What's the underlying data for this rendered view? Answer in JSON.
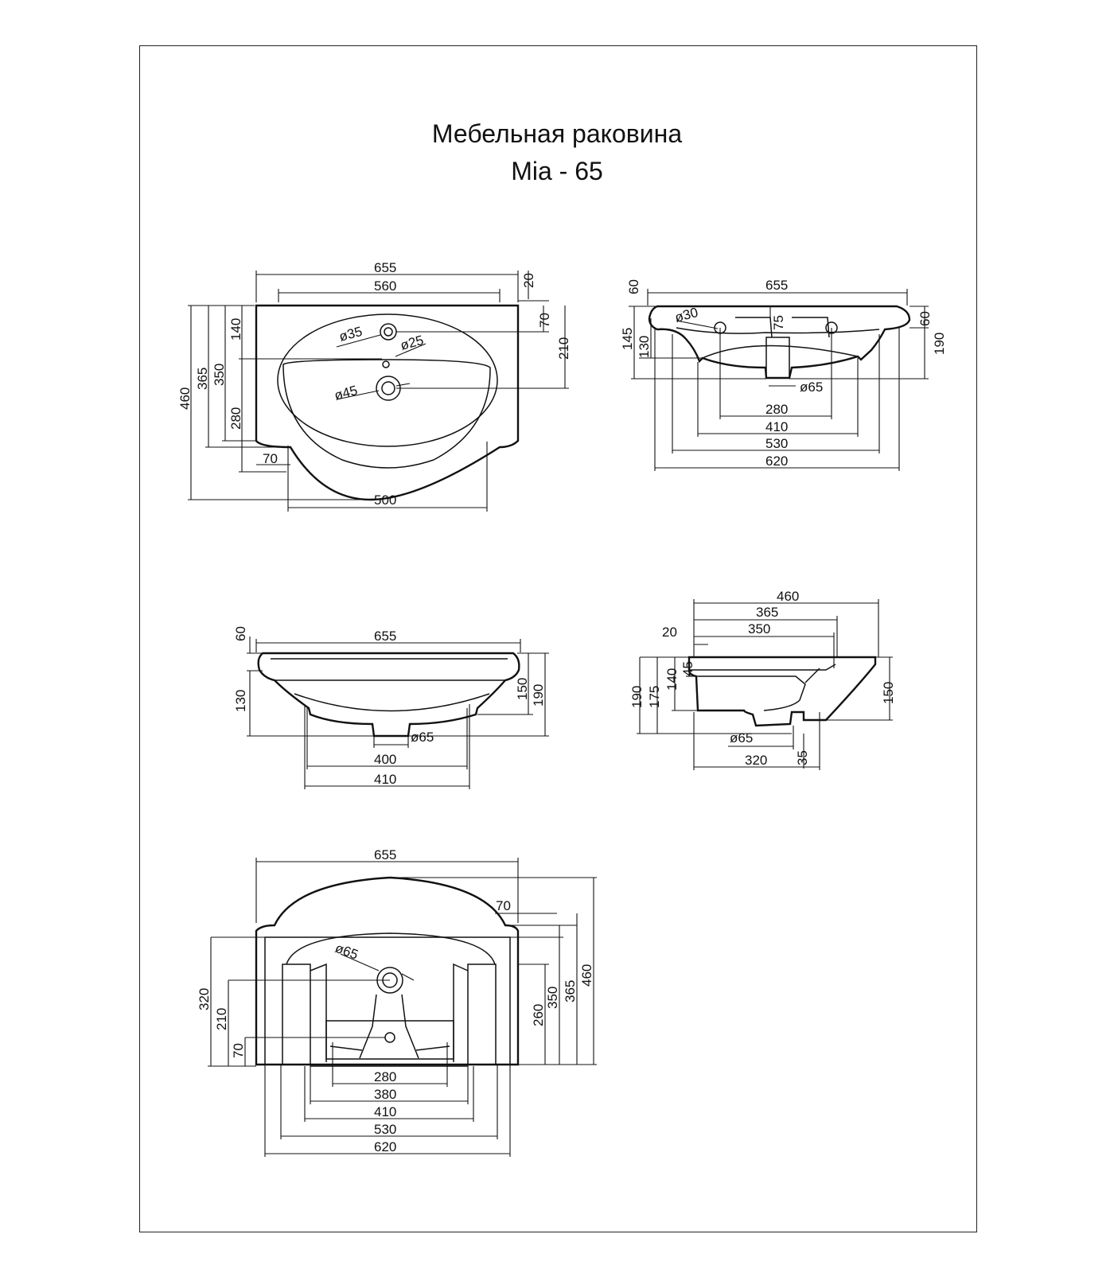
{
  "title": {
    "line1": "Мебельная раковина",
    "line2": "Mia - 65"
  },
  "views": {
    "top": {
      "dimensions": [
        "655",
        "560",
        "20",
        "70",
        "210",
        "140",
        "365",
        "350",
        "460",
        "280",
        "70",
        "500"
      ],
      "diameters": [
        "ø35",
        "ø25",
        "ø45"
      ]
    },
    "front_section": {
      "dimensions": [
        "60",
        "655",
        "145",
        "130",
        "75",
        "60",
        "190",
        "280",
        "410",
        "530",
        "620"
      ],
      "diameters": [
        "ø30",
        "ø65"
      ]
    },
    "front": {
      "dimensions": [
        "60",
        "655",
        "130",
        "150",
        "190",
        "400",
        "410"
      ],
      "diameters": [
        "ø65"
      ]
    },
    "side": {
      "dimensions": [
        "460",
        "365",
        "350",
        "20",
        "45",
        "140",
        "175",
        "190",
        "150",
        "35",
        "320"
      ],
      "diameters": [
        "ø65"
      ]
    },
    "bottom": {
      "dimensions": [
        "655",
        "70",
        "350",
        "365",
        "460",
        "260",
        "320",
        "210",
        "70",
        "280",
        "380",
        "410",
        "530",
        "620"
      ],
      "diameters": [
        "ø65"
      ]
    }
  }
}
